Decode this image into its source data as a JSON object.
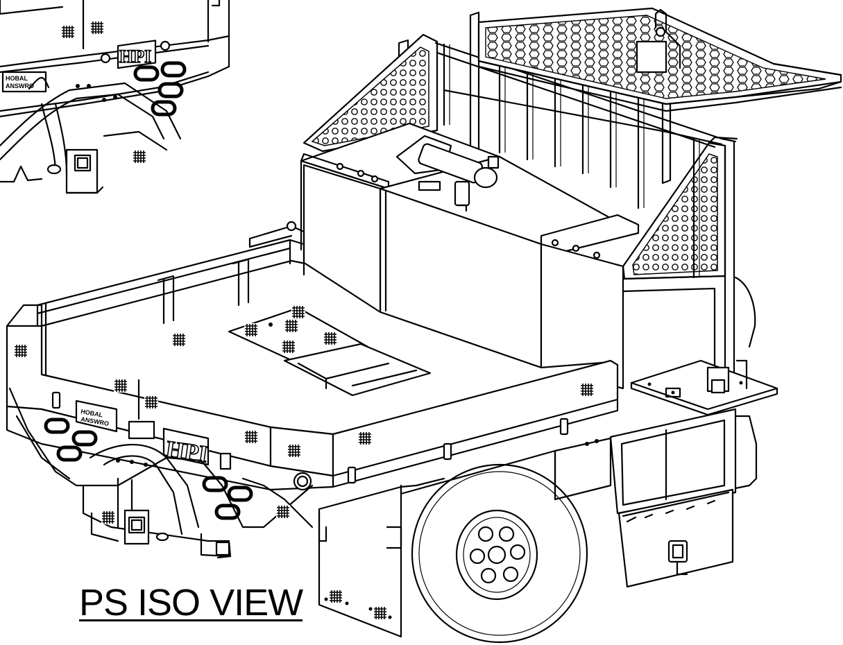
{
  "drawing": {
    "title": "PS ISO VIEW",
    "brand_mark": "HPI",
    "tail_plate_line1": "HOBAL",
    "tail_plate_line2": "ANSWRO"
  },
  "colors": {
    "line": "#000000",
    "background": "#ffffff"
  }
}
